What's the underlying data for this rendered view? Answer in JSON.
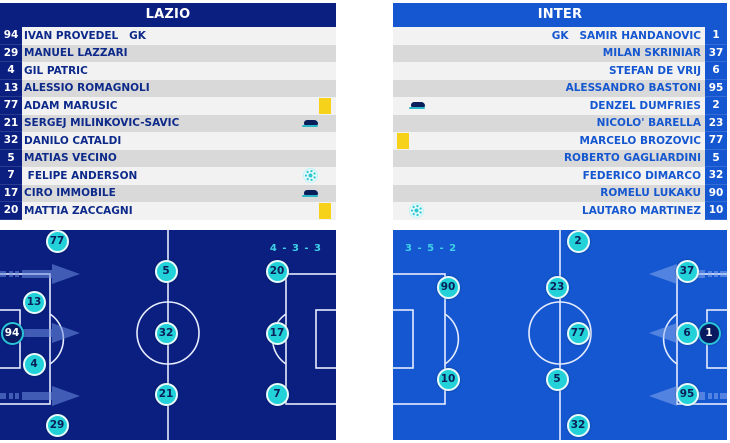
{
  "lazio": {
    "team_name": "LAZIO",
    "formation": "4 - 3 - 3",
    "colors": {
      "primary": "#0a1f7f",
      "pitch": "#0a1f7f"
    },
    "players": [
      {
        "number": "94",
        "name": "IVAN PROVEDEL   GK",
        "event": ""
      },
      {
        "number": "29",
        "name": "MANUEL LAZZARI",
        "event": ""
      },
      {
        "number": "4",
        "name": "GIL PATRIC",
        "event": ""
      },
      {
        "number": "13",
        "name": "ALESSIO ROMAGNOLI",
        "event": ""
      },
      {
        "number": "77",
        "name": "ADAM MARUSIC",
        "event": "yellow-card"
      },
      {
        "number": "21",
        "name": "SERGEJ MILINKOVIC-SAVIC",
        "event": "boot"
      },
      {
        "number": "32",
        "name": "DANILO CATALDI",
        "event": ""
      },
      {
        "number": "5",
        "name": "MATIAS VECINO",
        "event": ""
      },
      {
        "number": "7",
        "name": " FELIPE ANDERSON",
        "event": "ball"
      },
      {
        "number": "17",
        "name": "CIRO IMMOBILE",
        "event": "boot"
      },
      {
        "number": "20",
        "name": "MATTIA ZACCAGNI",
        "event": "yellow-card"
      }
    ],
    "pitch_numbers": {
      "gk": "94",
      "def_top": "77",
      "def_upper": "13",
      "def_lower": "4",
      "def_bottom": "29",
      "mid_top": "5",
      "mid_center": "32",
      "mid_bottom": "21",
      "fwd_top": "20",
      "fwd_center": "17",
      "fwd_bottom": "7"
    }
  },
  "inter": {
    "team_name": "INTER",
    "formation": "3 - 5 - 2",
    "colors": {
      "primary": "#1557d0",
      "pitch": "#1557d0"
    },
    "players": [
      {
        "number": "1",
        "name": "GK   SAMIR HANDANOVIC",
        "event": ""
      },
      {
        "number": "37",
        "name": "MILAN SKRINIAR",
        "event": ""
      },
      {
        "number": "6",
        "name": "STEFAN DE VRIJ",
        "event": ""
      },
      {
        "number": "95",
        "name": "ALESSANDRO BASTONI",
        "event": ""
      },
      {
        "number": "2",
        "name": "DENZEL DUMFRIES",
        "event": "boot"
      },
      {
        "number": "23",
        "name": "NICOLO' BARELLA",
        "event": ""
      },
      {
        "number": "77",
        "name": "MARCELO BROZOVIC",
        "event": "yellow-card"
      },
      {
        "number": "5",
        "name": "ROBERTO GAGLIARDINI",
        "event": ""
      },
      {
        "number": "32",
        "name": "FEDERICO DIMARCO",
        "event": ""
      },
      {
        "number": "90",
        "name": "ROMELU LUKAKU",
        "event": ""
      },
      {
        "number": "10",
        "name": "LAUTARO MARTINEZ",
        "event": "ball"
      }
    ],
    "pitch_numbers": {
      "gk": "1",
      "def_top": "37",
      "def_center": "6",
      "def_bottom": "95",
      "wing_top": "2",
      "mid_top": "23",
      "mid_center": "77",
      "mid_bottom": "5",
      "wing_bottom": "32",
      "fwd_top": "90",
      "fwd_bottom": "10"
    }
  },
  "event_colors": {
    "yellow_card": "#f6d21a",
    "ball": "#2cc7d0",
    "player_token": "#23d1d8"
  }
}
